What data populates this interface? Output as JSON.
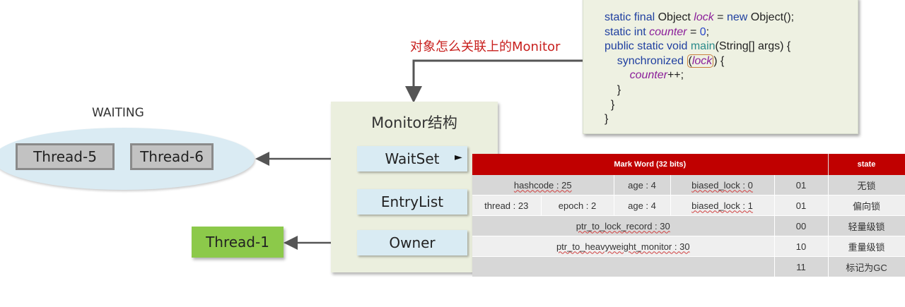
{
  "code": {
    "lines": [
      [
        "static final ",
        "Object ",
        "lock",
        " = ",
        "new ",
        "Object();"
      ],
      [
        "static int ",
        "counter",
        " = ",
        "0",
        ";"
      ],
      [
        "public static void ",
        "main",
        "(String[] args) {"
      ],
      [
        "synchronized ",
        "(",
        "lock",
        ") {"
      ],
      [
        "counter",
        "++;"
      ],
      [
        "}"
      ],
      [
        "}"
      ],
      [
        "}"
      ]
    ]
  },
  "question": "对象怎么关联上的Monitor",
  "monitor": {
    "title": "Monitor结构",
    "slots": [
      "WaitSet",
      "EntryList",
      "Owner"
    ]
  },
  "waiting": {
    "label": "WAITING",
    "threads": [
      "Thread-5",
      "Thread-6"
    ]
  },
  "owner_thread": "Thread-1",
  "mark_word": {
    "header": "Mark Word (32 bits)",
    "state_header": "state",
    "rows": [
      {
        "cells": [
          "hashcode : 25",
          "age : 4",
          "biased_lock : 0"
        ],
        "bits": "01",
        "state": "无锁"
      },
      {
        "cells": [
          "thread : 23",
          "epoch : 2",
          "age : 4",
          "biased_lock : 1"
        ],
        "bits": "01",
        "state": "偏向锁"
      },
      {
        "cells": [
          "ptr_to_lock_record : 30"
        ],
        "bits": "00",
        "state": "轻量级锁"
      },
      {
        "cells": [
          "ptr_to_heavyweight_monitor : 30"
        ],
        "bits": "10",
        "state": "重量级锁"
      },
      {
        "cells": [
          ""
        ],
        "bits": "11",
        "state": "标记为GC"
      }
    ]
  },
  "colors": {
    "header_red": "#c00000",
    "question_red": "#c8201e",
    "owner_green": "#8cc94a",
    "slot_blue": "#d9ebf3",
    "monitor_bg": "#ebefde"
  }
}
